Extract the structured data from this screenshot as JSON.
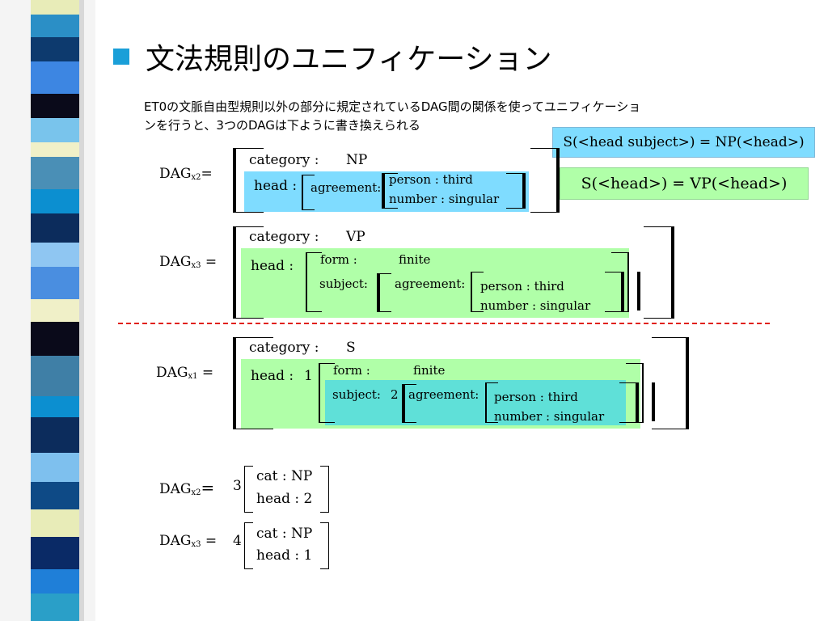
{
  "slide": {
    "title": "文法規則のユニフィケーション",
    "desc_line1": "ET0の文脈自由型規則以外の部分に規定されているDAG間の関係を使ってユニフィケーショ",
    "desc_line2": "ンを行うと、3つのDAGは下ように書き換えられる"
  },
  "boxes": {
    "np_rule": "S(<head subject>) = NP(<head>)",
    "vp_rule": "S(<head>) = VP(<head>)"
  },
  "dag_x2": {
    "label": "DAG",
    "sub": "x2",
    "eq": "=",
    "category_key": "category :",
    "category_val": "NP",
    "head_key": "head :",
    "agreement_key": "agreement:",
    "person": "person : third",
    "number": "number : singular"
  },
  "dag_x3": {
    "label": "DAG",
    "sub": "x3",
    "eq": "=",
    "category_key": "category :",
    "category_val": "VP",
    "head_key": "head :",
    "form_key": "form :",
    "form_val": "finite",
    "subject_key": "subject:",
    "agreement_key": "agreement:",
    "person": "person : third",
    "number": "number : singular"
  },
  "dag_x1": {
    "label": "DAG",
    "sub": "x1",
    "eq": "=",
    "category_key": "category :",
    "category_val": "S",
    "head_key": "head :",
    "head_tag": "1",
    "form_key": "form :",
    "form_val": "finite",
    "subject_key": "subject:",
    "subject_tag": "2",
    "agreement_key": "agreement:",
    "person": "person : third",
    "number": "number : singular"
  },
  "dag_x2_short": {
    "label": "DAG",
    "sub": "x2",
    "eq": "=",
    "tag": "3",
    "cat": "cat :  NP",
    "head": "head : 2"
  },
  "dag_x3_short": {
    "label": "DAG",
    "sub": "x3",
    "eq": "=",
    "tag": "4",
    "cat": "cat :  NP",
    "head": "head : 1"
  },
  "colors": {
    "bullet": "#1a9fd8",
    "cyan_box": "#7fdcff",
    "green_box": "#b0ffa8",
    "teal_box": "#5fe0d8",
    "divider": "#e0201a"
  }
}
